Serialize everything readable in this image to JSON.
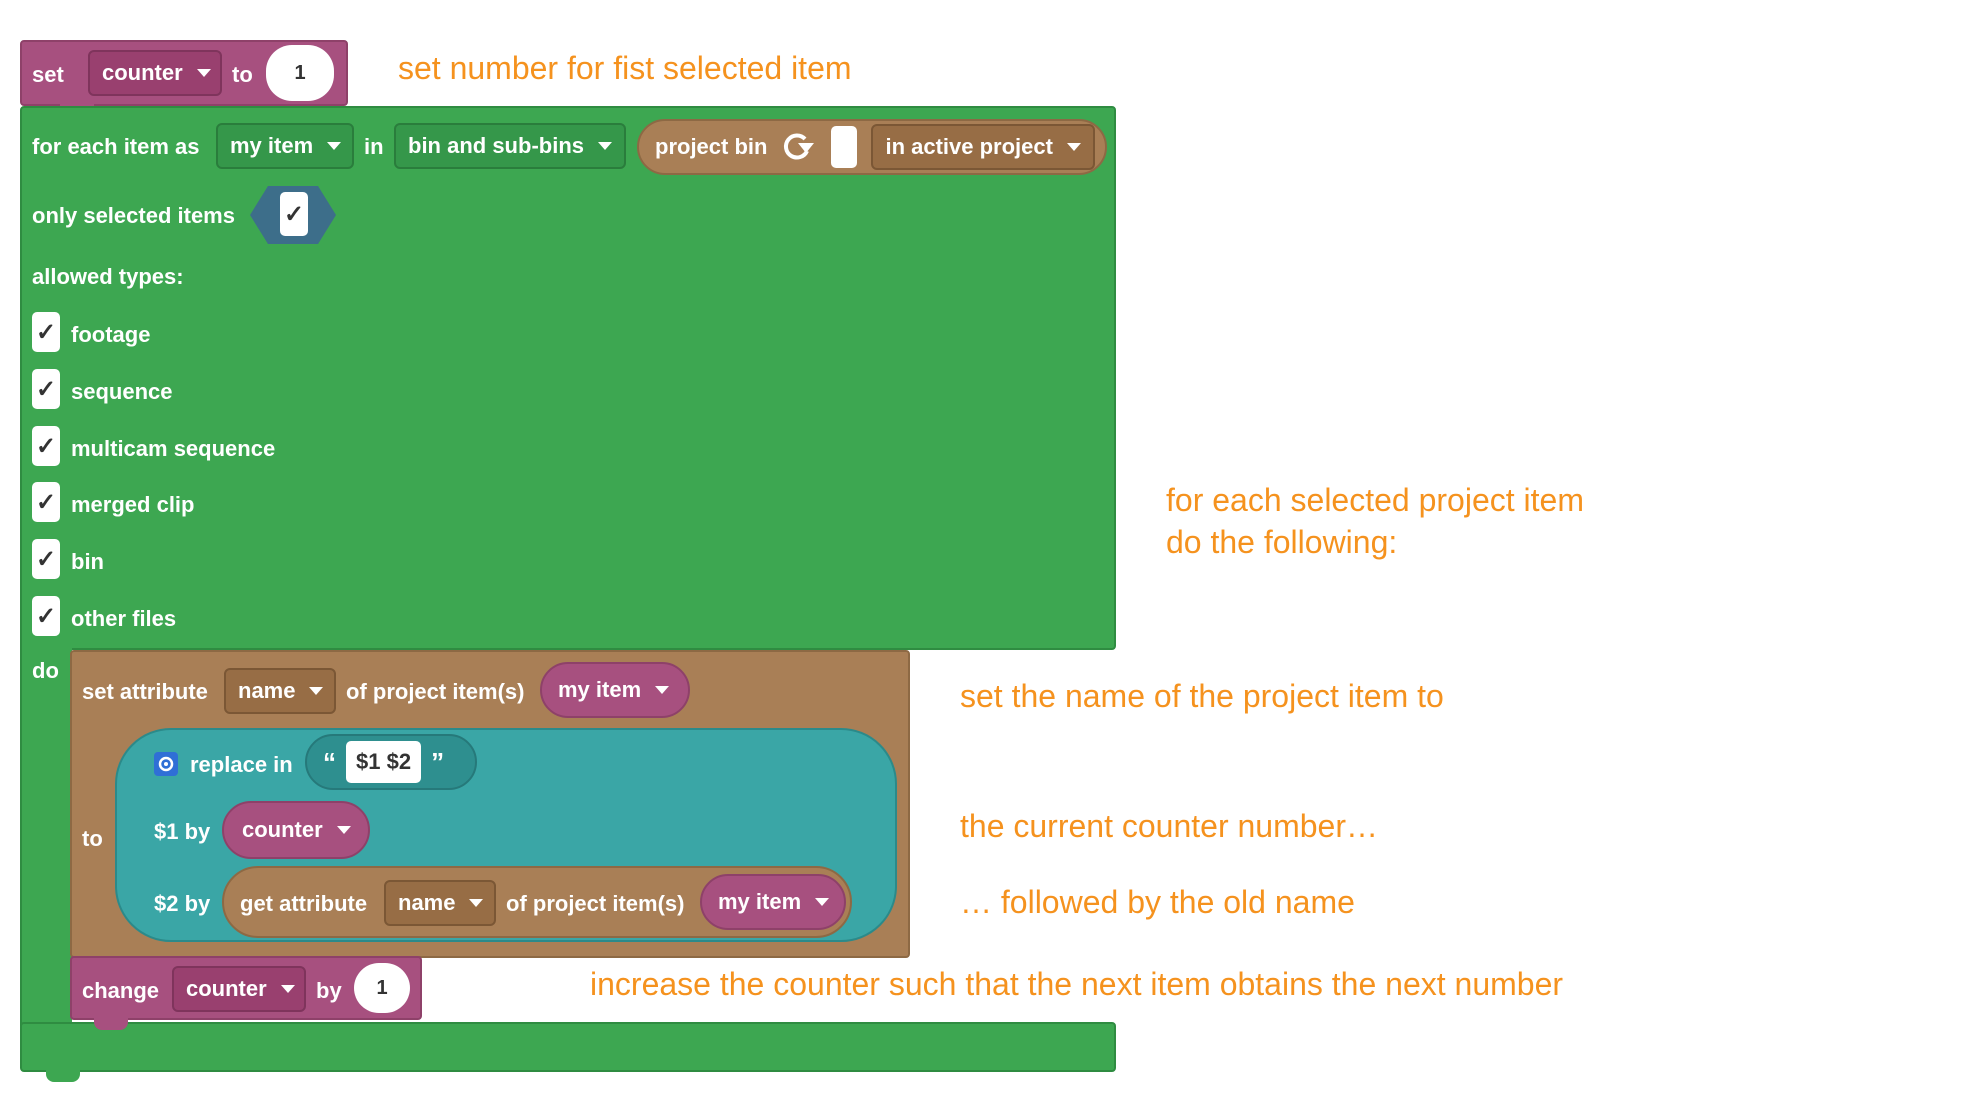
{
  "set_block": {
    "label_set": "set",
    "var": "counter",
    "label_to": "to",
    "value": "1"
  },
  "for_each": {
    "label": "for each item as",
    "var": "my item",
    "label_in": "in",
    "scope": "bin and sub-bins",
    "project_bin": {
      "label": "project bin",
      "scope": "in active project"
    },
    "only_selected_label": "only selected items",
    "only_selected_checked": "✓",
    "allowed_types_label": "allowed types:",
    "types": [
      {
        "label": "footage",
        "checked": "✓"
      },
      {
        "label": "sequence",
        "checked": "✓"
      },
      {
        "label": "multicam sequence",
        "checked": "✓"
      },
      {
        "label": "merged clip",
        "checked": "✓"
      },
      {
        "label": "bin",
        "checked": "✓"
      },
      {
        "label": "other files",
        "checked": "✓"
      }
    ],
    "do_label": "do"
  },
  "set_attr": {
    "label": "set attribute",
    "attr": "name",
    "label_of": "of project item(s)",
    "item": "my item",
    "to_label": "to",
    "replace": {
      "label": "replace in",
      "open_quote": "“",
      "text": "$1 $2",
      "close_quote": "”",
      "p1_label": "$1 by",
      "p1_var": "counter",
      "p2_label": "$2 by",
      "get_attr": {
        "label": "get attribute",
        "attr": "name",
        "label_of": "of project item(s)",
        "item": "my item"
      }
    }
  },
  "change_block": {
    "label": "change",
    "var": "counter",
    "label_by": "by",
    "value": "1"
  },
  "annotations": {
    "a1": "set number for fist selected item",
    "a2_line1": "for each selected project item",
    "a2_line2": "do the following:",
    "a3": "set the name of the project item to",
    "a4": "the current counter number…",
    "a5": "… followed by the old name",
    "a6": "increase the counter such that the next item obtains the next number"
  },
  "colors": {
    "magenta": "#a7507f",
    "green": "#3da751",
    "brown": "#a97f56",
    "teal": "#3aa6a6",
    "annotation": "#f5921e",
    "blue_icon": "#2f6fd6"
  },
  "icons": [
    "refresh-icon",
    "gear-icon",
    "chevron-down-icon",
    "checkmark-icon"
  ]
}
